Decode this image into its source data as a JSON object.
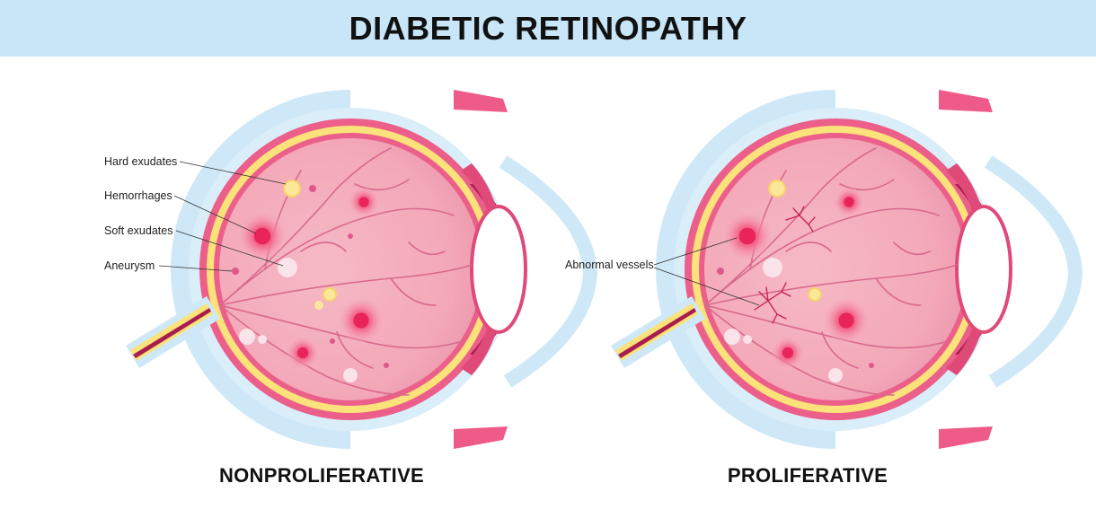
{
  "title": "DIABETIC RETINOPATHY",
  "left_panel": {
    "caption": "NONPROLIFERATIVE",
    "labels": [
      "Hard exudates",
      "Hemorrhages",
      "Soft exudates",
      "Aneurysm"
    ]
  },
  "right_panel": {
    "caption": "PROLIFERATIVE",
    "labels": [
      "Abnormal vessels"
    ]
  },
  "colors": {
    "header_bg": "#c8e6f8",
    "sclera_outer": "#cfe8f7",
    "yellow_layer": "#fbe27a",
    "pink_layer": "#ec5f8a",
    "retina_fill": "#f7b7c3",
    "hemorrhage": "#e8245a",
    "vessel": "#d96a8e"
  }
}
